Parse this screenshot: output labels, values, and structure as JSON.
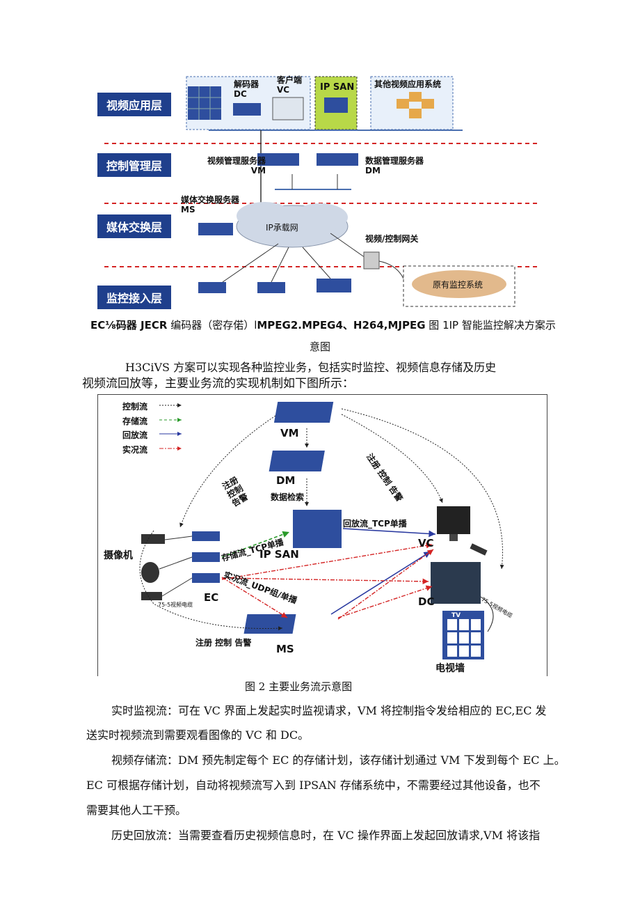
{
  "fig1": {
    "layers": [
      "视频应用层",
      "控制管理层",
      "媒体交换层",
      "监控接入层"
    ],
    "labels": {
      "dc": "解码器\nDC",
      "vc": "客户端\nVC",
      "ipsan": "IP SAN",
      "other": "其他视频应用系统",
      "vm": "视频管理服务器\nVM",
      "dm": "数据管理服务器\nDM",
      "ms": "媒体交换服务器\nMS",
      "ipnet": "IP承载网",
      "gateway": "视频/控制网关",
      "legacy": "原有监控系统"
    },
    "caption_a": "EC⅛码器 JECR",
    "caption_b": "编码器（密存偌）l",
    "caption_c": "MPEG2.MPEG4、H264,MJPEG",
    "caption_d": "图 1IP 智能监控解决方案示",
    "caption_e": "意图"
  },
  "intro": {
    "line1": "H3CiVS 方案可以实现各种监控业务，包括实时监控、视频信息存储及历史",
    "line2": "视频流回放等，主要业务流的实现机制如下图所示："
  },
  "fig2": {
    "legend": [
      "控制流",
      "存储流",
      "回放流",
      "实况流"
    ],
    "nodes": {
      "vm": "VM",
      "dm": "DM",
      "ipsan": "IP SAN",
      "vc": "VC",
      "dc": "DC",
      "ms": "MS",
      "ec": "EC",
      "camera": "摄像机",
      "tvwall": "电视墙",
      "tv": "TV"
    },
    "flows": {
      "reg_left": "注册\n控制\n告警",
      "reg_right": "注册 控制 告警",
      "reg_bottom": "注册 控制 告警",
      "data_retrieval": "数据检索",
      "storage": "存储流_TCP单播",
      "playback": "回放流_TCP单播",
      "live": "实况流_UDP组/单播",
      "cable_left": "75-5视频电缆",
      "cable_right": "75-5视频电缆"
    },
    "caption": "图 2 主要业务流示意图"
  },
  "body": {
    "p1a": "实时监视流：可在 VC 界面上发起实时监视请求，VM 将控制指令发给相应的 EC,EC 发",
    "p1b": "送实时视频流到需要观看图像的 VC 和 DC。",
    "p2a": "视频存储流：DM 预先制定每个 EC 的存储计划，该存储计划通过 VM 下发到每个 EC 上。",
    "p2b": "EC 可根据存储计划，自动将视频流写入到 IPSAN 存储系统中，不需要经过其他设备，也不",
    "p2c": "需要其他人工干预。",
    "p3a": "历史回放流：当需要查看历史视频信息时，在 VC 操作界面上发起回放请求,VM 将该指"
  },
  "colors": {
    "layer_bg": "#1f3f8c",
    "server": "#2e4e9e",
    "red_dash": "#d42424",
    "green_dash": "#2a9a2a",
    "blue": "#2a3aa0"
  }
}
